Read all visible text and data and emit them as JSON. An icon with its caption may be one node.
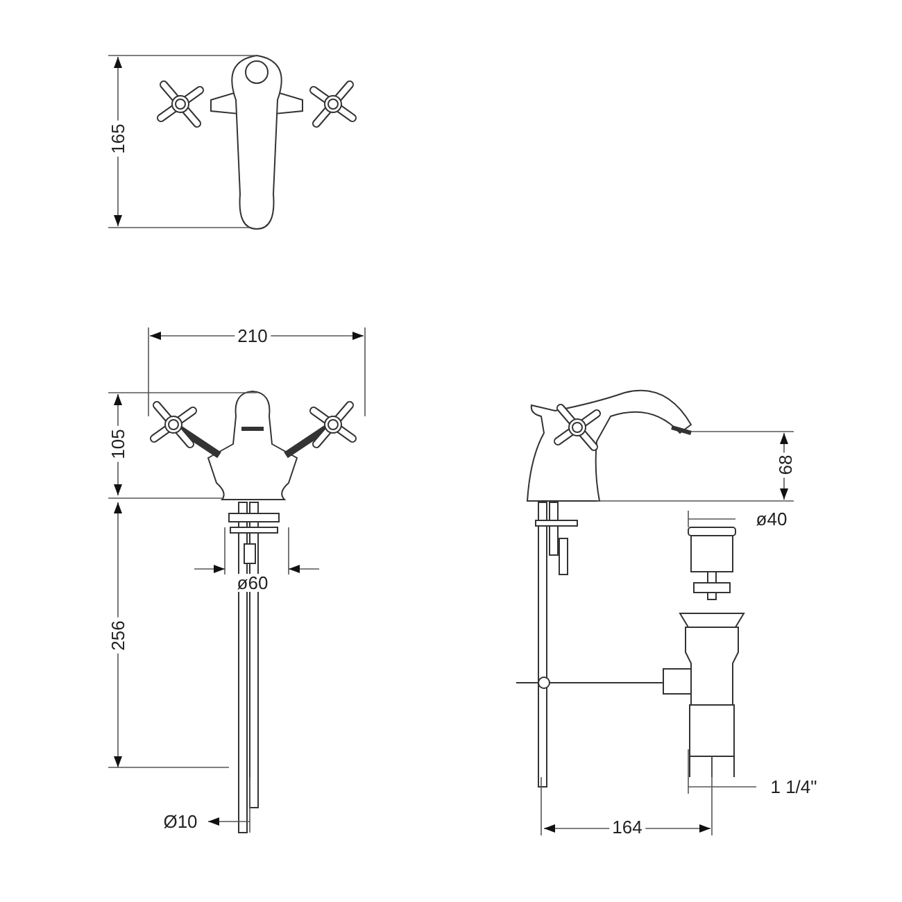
{
  "diagram": {
    "labels": [
      "165",
      "210",
      "105",
      "68",
      "ø40",
      "ø60",
      "256",
      "1 1/4\"",
      "Ø10",
      "164"
    ]
  }
}
